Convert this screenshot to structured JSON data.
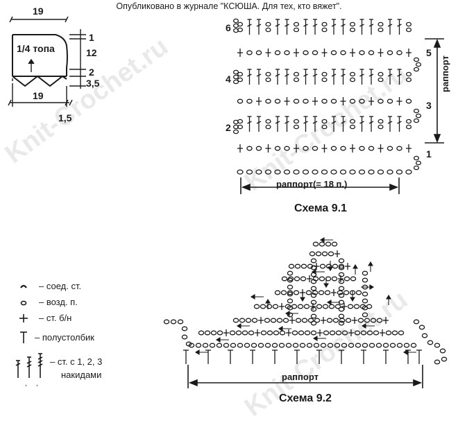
{
  "credit": "Опубликовано в журнале \"КСЮША. Для тех, кто вяжет\".",
  "pattern": {
    "label": "1/4 топа",
    "top_width": "19",
    "bottom_width": "19",
    "dim_1": "1",
    "dim_12": "12",
    "dim_2": "2",
    "dim_35": "3,5",
    "dim_15": "1,5"
  },
  "scheme1": {
    "title": "Схема 9.1",
    "repeat_h": "раппорт(= 18 п.)",
    "repeat_v": "раппорт",
    "rows_left": [
      "6",
      "4",
      "2"
    ],
    "rows_right": [
      "5",
      "3",
      "1"
    ]
  },
  "scheme2": {
    "title": "Схема 9.2",
    "repeat": "раппорт"
  },
  "legend": [
    {
      "icon": "slip-stitch-icon",
      "text": "– соед. ст."
    },
    {
      "icon": "chain-stitch-icon",
      "text": "– возд. п."
    },
    {
      "icon": "single-crochet-icon",
      "text": "– ст. б/н"
    },
    {
      "icon": "half-double-crochet-icon",
      "text": "– полустолбик"
    },
    {
      "icon": "double-crochet-icon",
      "text": "– ст. с 1, 2, 3"
    },
    {
      "icon": "",
      "text": "накидами"
    }
  ],
  "watermark": "Knit-Crochet.ru"
}
